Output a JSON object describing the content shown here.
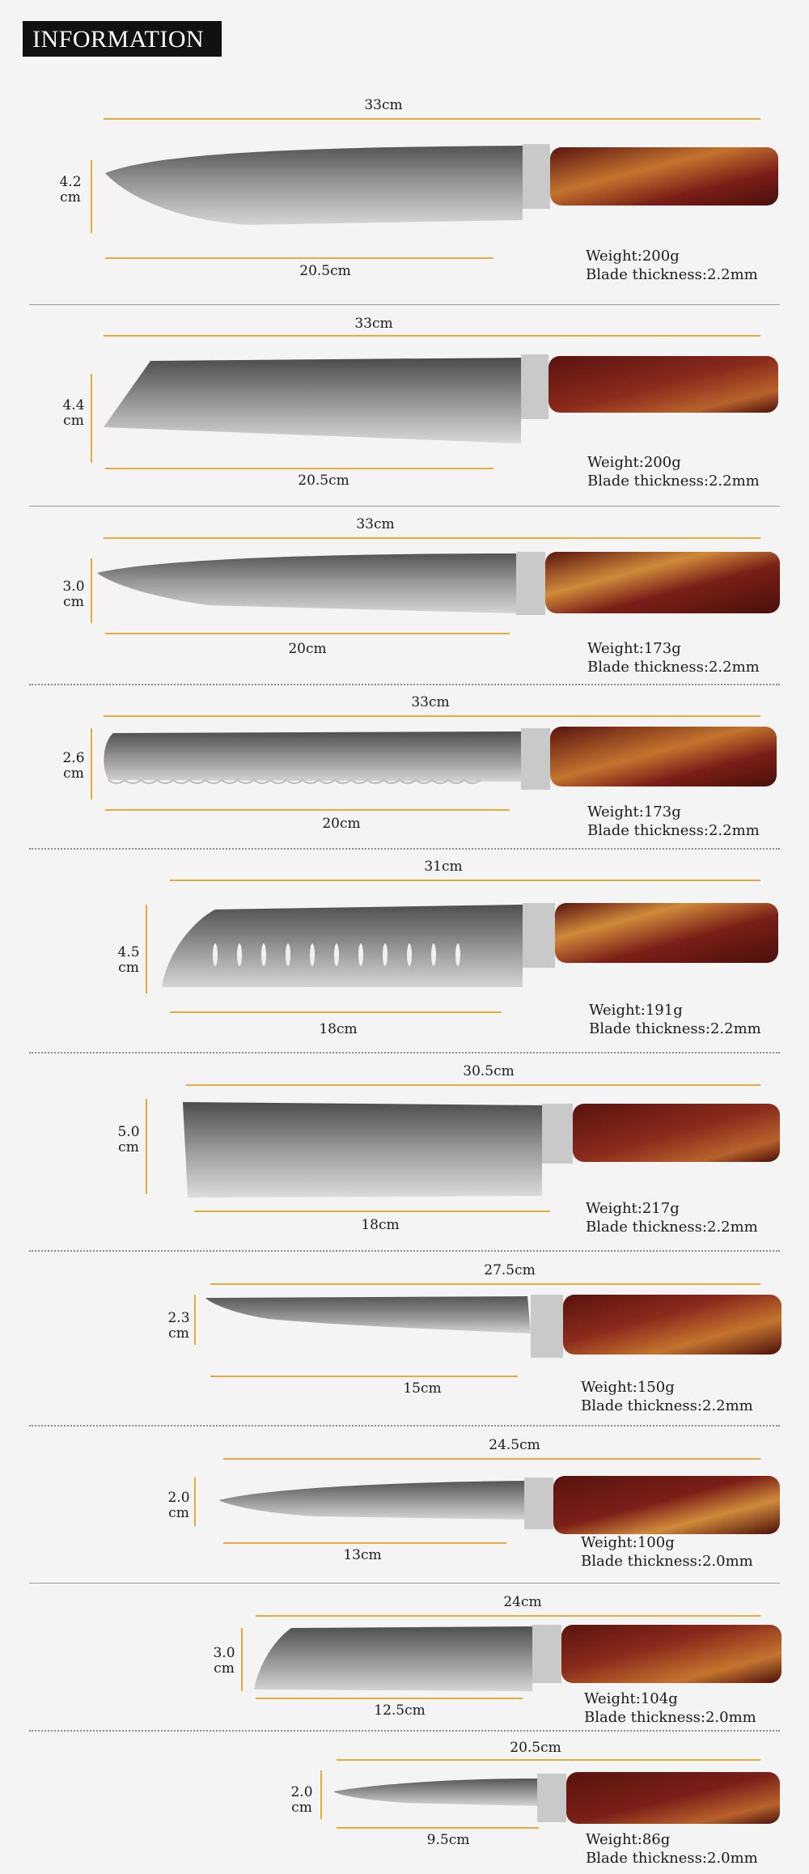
{
  "header": {
    "title": "INFORMATION"
  },
  "colors": {
    "accent_line": "#e2ab3c",
    "handle": "#7a1f17",
    "handle_highlight": "#d08a3a",
    "blade": "#8c8c8c"
  },
  "knives": [
    {
      "total_length": "33cm",
      "blade_length": "20.5cm",
      "blade_height": [
        "4.2",
        "cm"
      ],
      "weight": "Weight:200g",
      "thickness": "Blade thickness:2.2mm"
    },
    {
      "total_length": "33cm",
      "blade_length": "20.5cm",
      "blade_height": [
        "4.4",
        "cm"
      ],
      "weight": "Weight:200g",
      "thickness": "Blade thickness:2.2mm"
    },
    {
      "total_length": "33cm",
      "blade_length": "20cm",
      "blade_height": [
        "3.0",
        "cm"
      ],
      "weight": "Weight:173g",
      "thickness": "Blade thickness:2.2mm"
    },
    {
      "total_length": "33cm",
      "blade_length": "20cm",
      "blade_height": [
        "2.6",
        "cm"
      ],
      "weight": "Weight:173g",
      "thickness": "Blade thickness:2.2mm"
    },
    {
      "total_length": "31cm",
      "blade_length": "18cm",
      "blade_height": [
        "4.5",
        "cm"
      ],
      "weight": "Weight:191g",
      "thickness": "Blade thickness:2.2mm"
    },
    {
      "total_length": "30.5cm",
      "blade_length": "18cm",
      "blade_height": [
        "5.0",
        "cm"
      ],
      "weight": "Weight:217g",
      "thickness": "Blade thickness:2.2mm"
    },
    {
      "total_length": "27.5cm",
      "blade_length": "15cm",
      "blade_height": [
        "2.3",
        "cm"
      ],
      "weight": "Weight:150g",
      "thickness": "Blade thickness:2.2mm"
    },
    {
      "total_length": "24.5cm",
      "blade_length": "13cm",
      "blade_height": [
        "2.0",
        "cm"
      ],
      "weight": "Weight:100g",
      "thickness": "Blade thickness:2.0mm"
    },
    {
      "total_length": "24cm",
      "blade_length": "12.5cm",
      "blade_height": [
        "3.0",
        "cm"
      ],
      "weight": "Weight:104g",
      "thickness": "Blade thickness:2.0mm"
    },
    {
      "total_length": "20.5cm",
      "blade_length": "9.5cm",
      "blade_height": [
        "2.0",
        "cm"
      ],
      "weight": "Weight:86g",
      "thickness": "Blade thickness:2.0mm"
    }
  ]
}
